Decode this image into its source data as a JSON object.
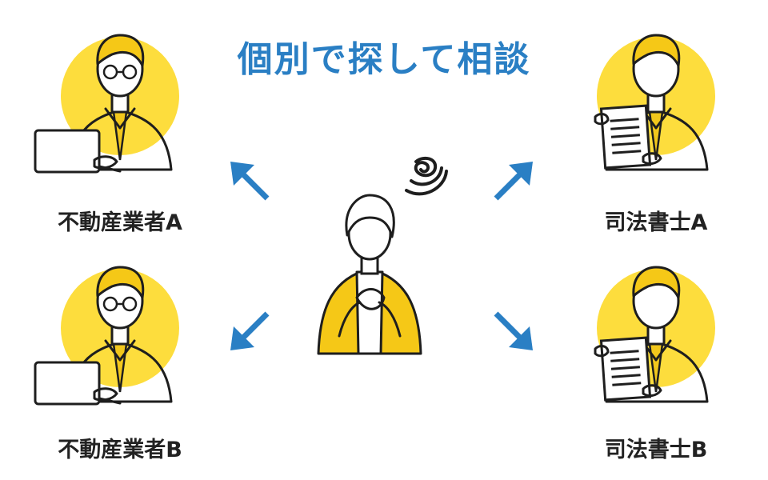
{
  "title": "個別で探して相談",
  "labels": {
    "realtor_a": "不動産業者A",
    "realtor_b": "不動産業者B",
    "scrivener_a": "司法書士A",
    "scrivener_b": "司法書士B"
  },
  "colors": {
    "title": "#2a7fc4",
    "arrow": "#2a7fc4",
    "circle": "#fddd3d",
    "tie": "#f2c71c",
    "cardigan": "#f5c817"
  },
  "icons": {
    "confusion": "swirl-icon",
    "arrows": "arrow-icon"
  }
}
